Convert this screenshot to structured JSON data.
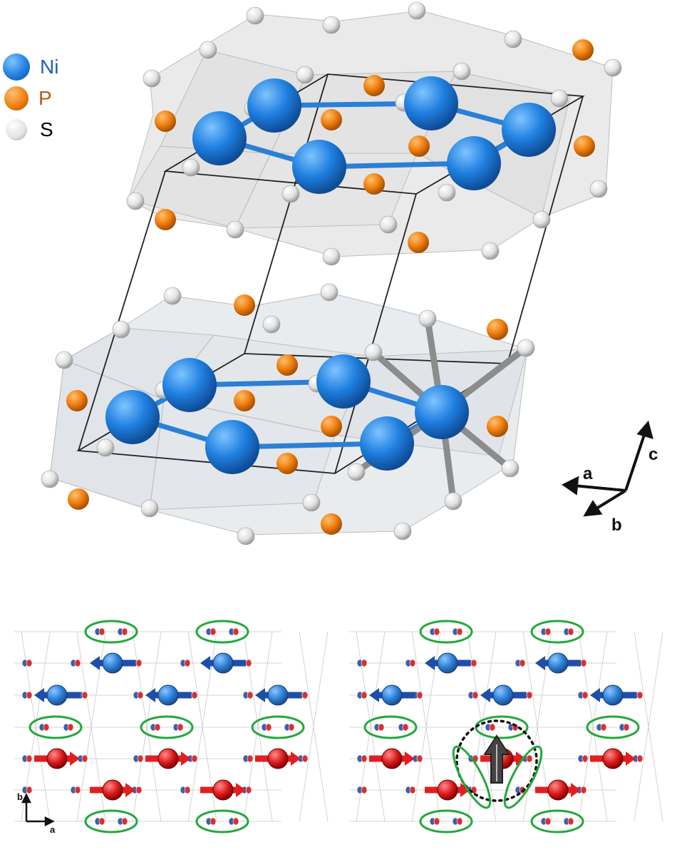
{
  "legend": {
    "items": [
      {
        "label": "Ni",
        "color": "#1f7fe0",
        "text_color": "#1f5fb3"
      },
      {
        "label": "P",
        "color": "#f08010",
        "text_color": "#b85a10"
      },
      {
        "label": "S",
        "color": "#e6e6e6",
        "text_color": "#000000"
      }
    ]
  },
  "axes_3d": {
    "a": "a",
    "b": "b",
    "c": "c"
  },
  "axes_2d": {
    "a": "a",
    "b": "b"
  },
  "colors": {
    "ni": "#1f7fe0",
    "p": "#f08010",
    "s": "#e3e3e3",
    "spin_up": "#1e4fa8",
    "spin_down": "#e02020",
    "ellipse": "#22a83a",
    "gray_arrow": "#555555"
  }
}
